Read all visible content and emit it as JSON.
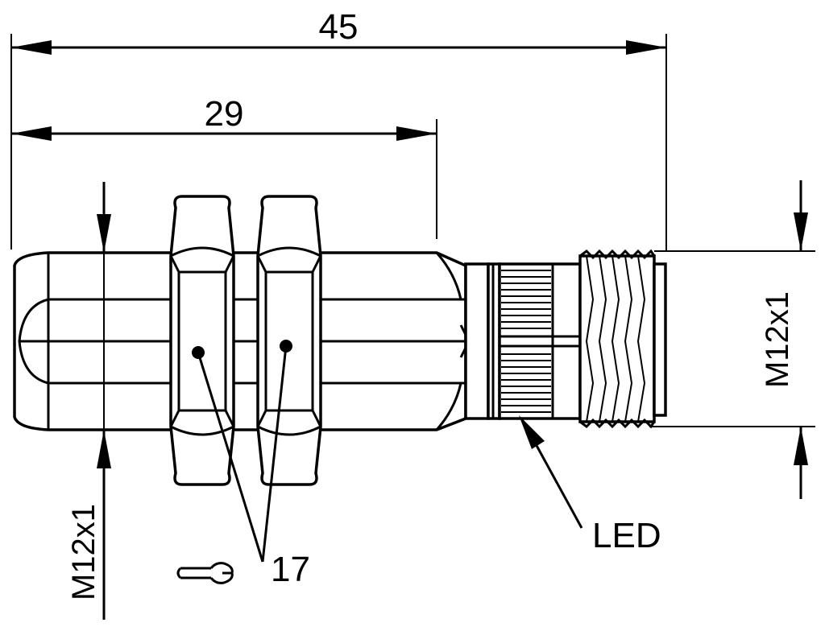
{
  "dimensions": {
    "overall_length": "45",
    "thread_length": "29",
    "housing_thread": "M12x1",
    "connector_thread": "M12x1"
  },
  "callouts": {
    "led": "LED",
    "wrench_size": "17"
  },
  "icons": {
    "wrench": "wrench-icon"
  }
}
